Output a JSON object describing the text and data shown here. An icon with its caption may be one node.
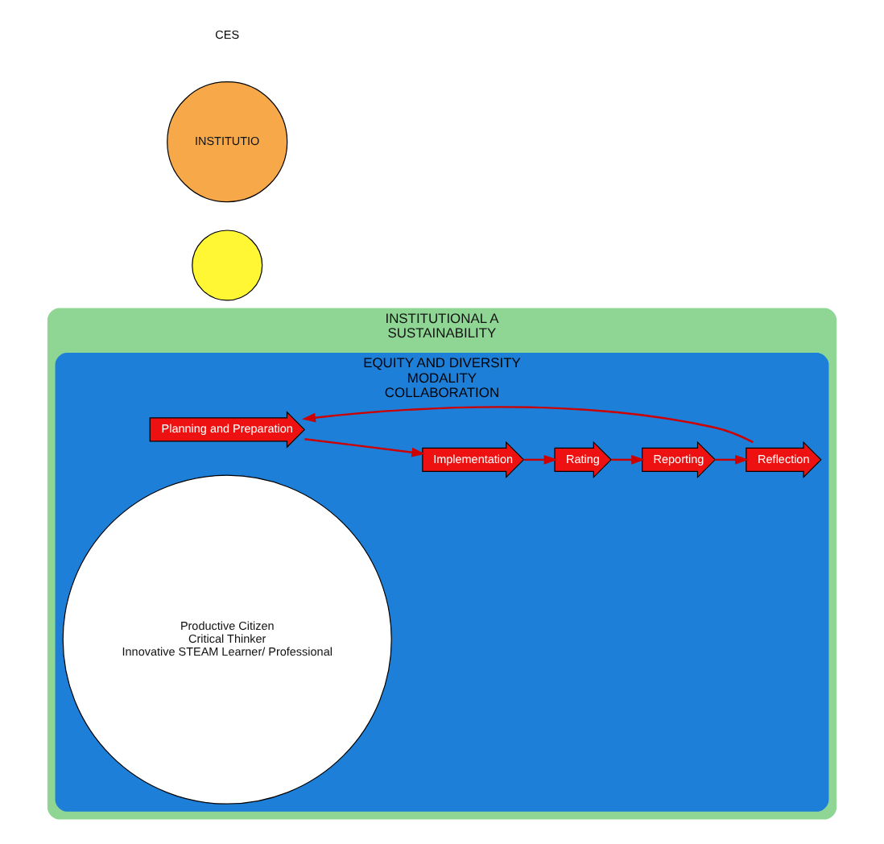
{
  "diagram": {
    "nodes": [
      {
        "text": [
          "INSTITUTIONAL A",
          "SUSTAINABILITY"
        ]
      },
      {
        "text": [
          "EQUITY AND DIVERSITY",
          "MODALITY",
          "COLLABORATION"
        ],
        "in": 0
      },
      {
        "text": [
          "Planning and Preparation"
        ],
        "in": 1
      },
      {
        "text": [
          "Implementation"
        ],
        "in": 1
      },
      {
        "text": [
          "Rating"
        ],
        "in": 1
      },
      {
        "text": [
          "Reporting"
        ],
        "in": 1
      },
      {
        "text": [
          "Reflection"
        ],
        "in": 1
      },
      {
        "text": [
          "Productive Citizen",
          "Critical Thinker",
          "Innovative STEAM Learner/ Professional"
        ],
        "in": 1
      },
      {
        "text": [],
        "shape": "circle"
      },
      {
        "text": [
          "INSTITUTIO"
        ]
      }
    ],
    "edges": [
      {
        "from": 2,
        "to": 3,
        "arrow": "to"
      },
      {
        "from": 3,
        "to": 4,
        "arrow": "to"
      },
      {
        "from": 4,
        "to": 5,
        "arrow": "to"
      },
      {
        "from": 5,
        "to": 6,
        "arrow": "to"
      },
      {
        "from": 6,
        "to": 2,
        "arrow": "to"
      }
    ],
    "labels": [
      "CES"
    ]
  }
}
